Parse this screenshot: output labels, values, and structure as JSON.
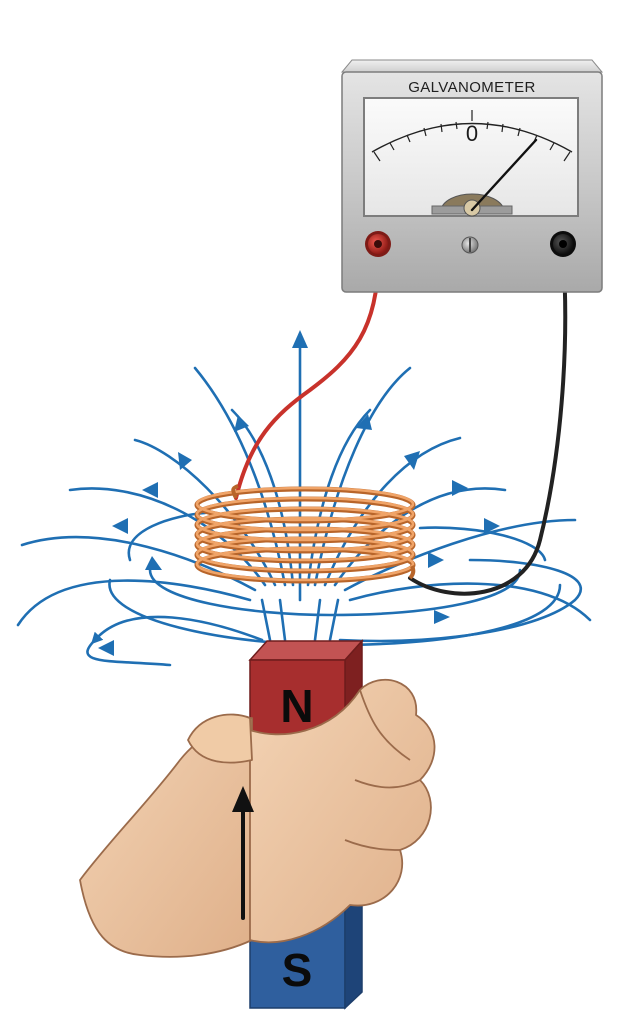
{
  "galvanometer": {
    "title": "GALVANOMETER",
    "zero_label": "0",
    "needle_deflection": "right"
  },
  "magnet": {
    "north_label": "N",
    "south_label": "S",
    "motion_direction": "up",
    "north_color": "#a72e2e",
    "south_color": "#2f5f9e"
  },
  "colors": {
    "field_lines": "#1f6fb3",
    "coil": "#e08a45",
    "red_lead": "#c8322b",
    "black_lead": "#222222"
  }
}
